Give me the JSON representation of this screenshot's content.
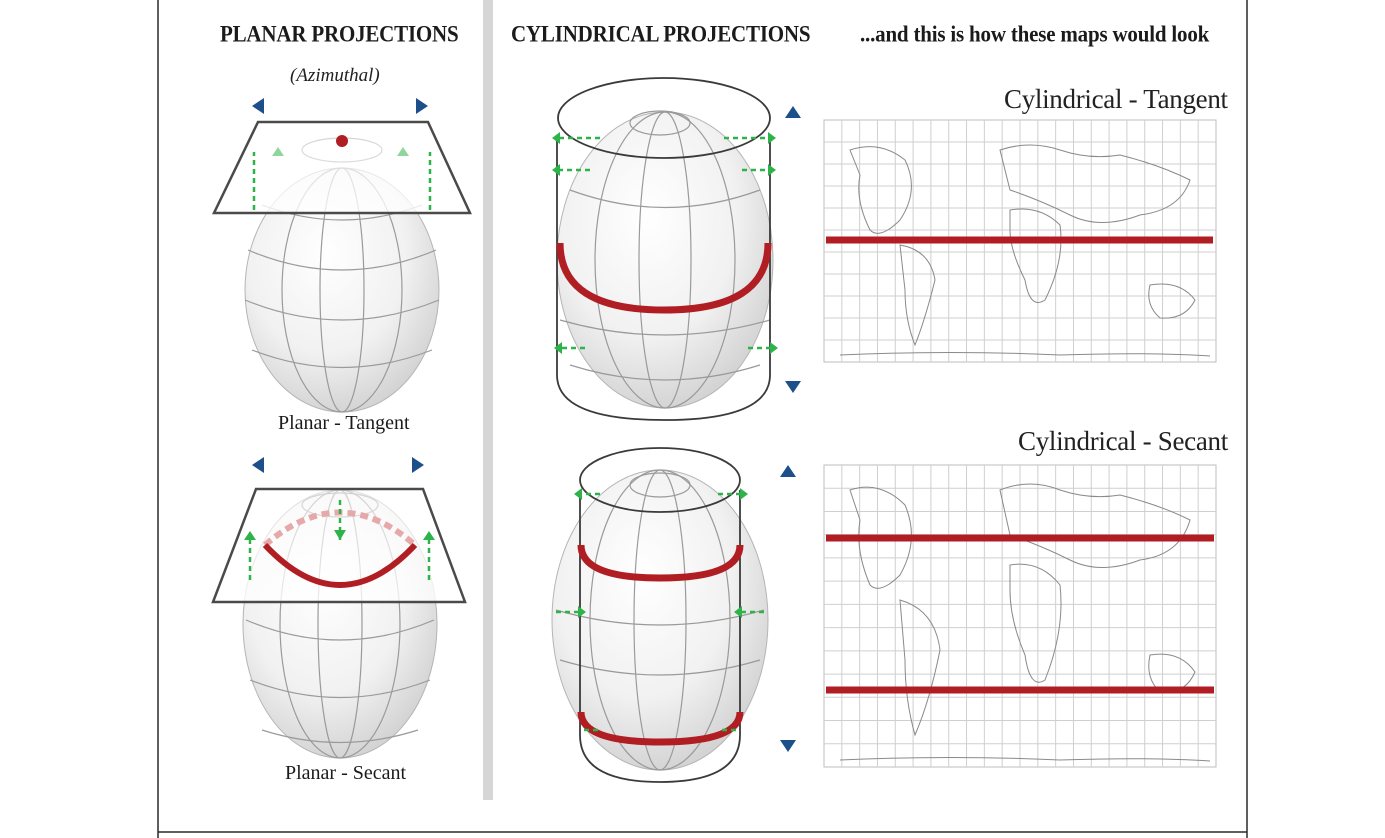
{
  "headings": {
    "planar": "PLANAR PROJECTIONS",
    "planar_sub": "(Azimuthal)",
    "cylindrical": "CYLINDRICAL PROJECTIONS",
    "maps": "...and this is how these maps would look"
  },
  "labels": {
    "planar_tangent": "Planar - Tangent",
    "planar_secant": "Planar - Secant",
    "cyl_tangent": "Cylindrical - Tangent",
    "cyl_secant": "Cylindrical - Secant"
  },
  "colors": {
    "tangency_line": "#b01e23",
    "arrow_blue": "#1d4f8a",
    "projection_green": "#2db34a",
    "divider": "#d6d6d6",
    "frame": "#2a2a2a"
  },
  "icons": {
    "size_arrow": "double-headed-gradient-arrow",
    "projection_ray": "dashed-green-arrow"
  }
}
